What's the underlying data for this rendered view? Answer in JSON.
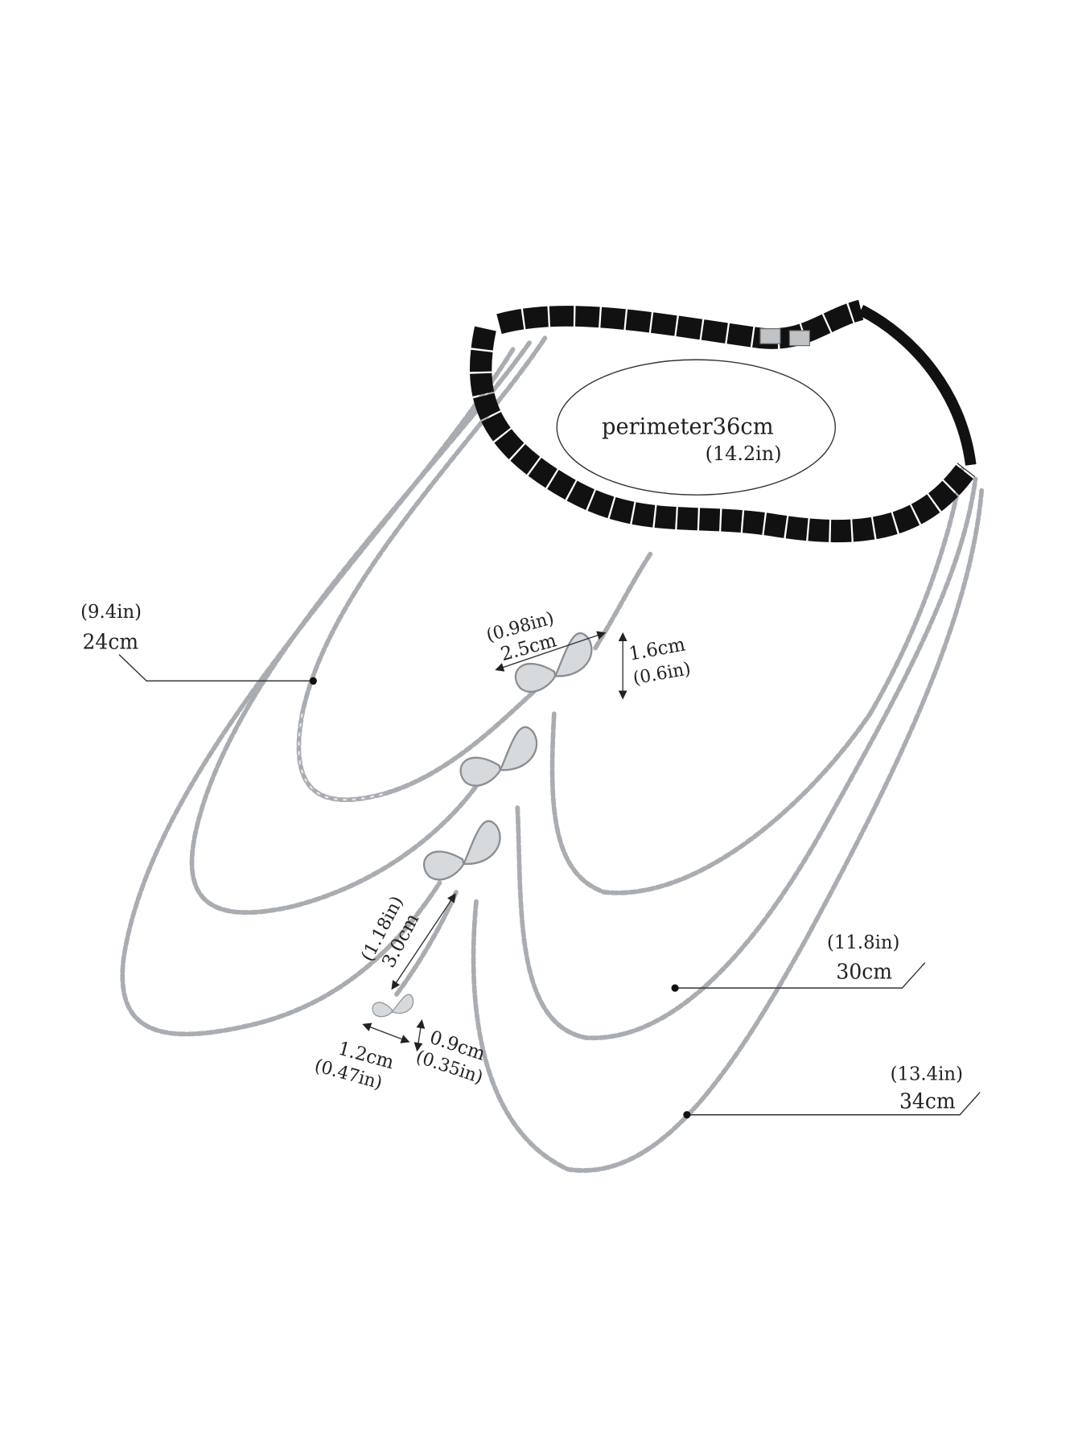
{
  "product": {
    "perimeter": {
      "value": "perimeter36cm",
      "imperial": "(14.2in)"
    },
    "chain_inner": {
      "imperial": "(9.4in)",
      "metric": "24cm"
    },
    "chain_middle": {
      "imperial": "(11.8in)",
      "metric": "30cm"
    },
    "chain_outer": {
      "imperial": "(13.4in)",
      "metric": "34cm"
    },
    "butterfly_width": {
      "imperial": "(0.98in)",
      "metric": "2.5cm"
    },
    "butterfly_height": {
      "metric": "1.6cm",
      "imperial": "(0.6in)"
    },
    "pendant_drop": {
      "imperial": "(1.18in)",
      "metric": "3.0cm"
    },
    "small_butterfly_width": {
      "metric": "1.2cm",
      "imperial": "(0.47in)"
    },
    "small_butterfly_height": {
      "metric": "0.9cm",
      "imperial": "(0.35in)"
    }
  },
  "colors": {
    "band": "#111111",
    "chain": "#a9adb1",
    "background": "#ffffff"
  }
}
